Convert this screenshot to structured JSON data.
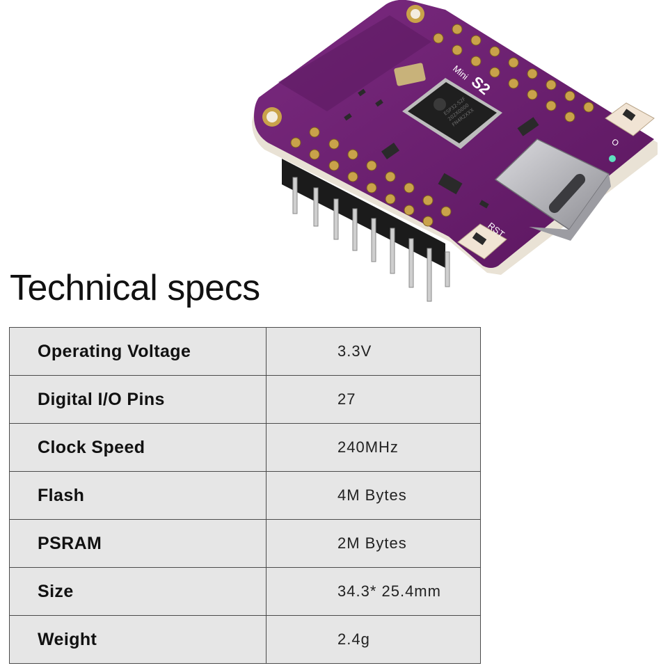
{
  "title": "Technical specs",
  "board": {
    "image_desc": "board-photo",
    "silk_model": "S2",
    "silk_mini": "Mini",
    "silk_rst": "RST",
    "silk_o": "O",
    "chip_lines": [
      "ESP32-S2F",
      "202X0000",
      "FN4R2XXX"
    ],
    "colors": {
      "pcb": "#6b1f6e",
      "pcb_edge": "#4a1250",
      "gold": "#c9a24a",
      "chip": "#1f1f1f",
      "usb": "#b9b9bd"
    }
  },
  "specs": [
    {
      "label": "Operating Voltage",
      "value": "3.3V"
    },
    {
      "label": "Digital I/O Pins",
      "value": "27"
    },
    {
      "label": "Clock Speed",
      "value": "240MHz"
    },
    {
      "label": "Flash",
      "value": "4M Bytes"
    },
    {
      "label": "PSRAM",
      "value": "2M Bytes"
    },
    {
      "label": "Size",
      "value": "34.3* 25.4mm"
    },
    {
      "label": "Weight",
      "value": "2.4g"
    }
  ]
}
